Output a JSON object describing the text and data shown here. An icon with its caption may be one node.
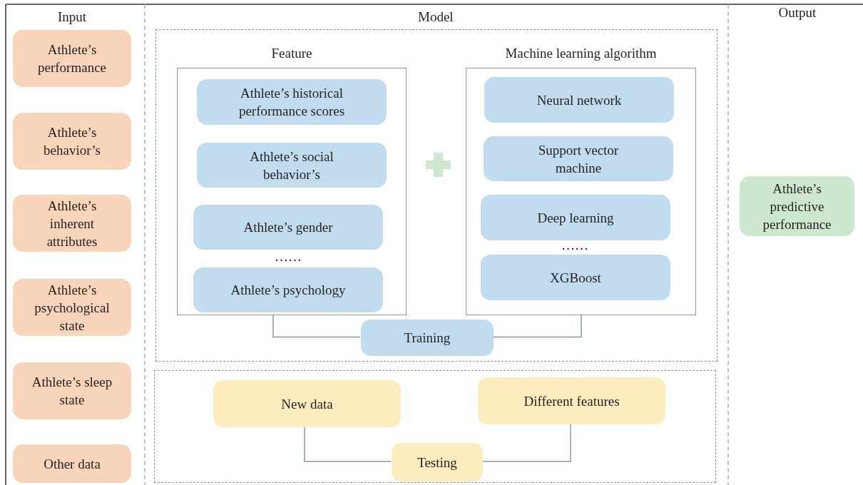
{
  "diagram": {
    "nodes": [
      {
        "text": [
          "Athlete’s performance"
        ]
      },
      {
        "text": [
          "Athlete’s behavior’s"
        ]
      },
      {
        "text": [
          "Athlete’s inherent attributes"
        ]
      },
      {
        "text": [
          "Athlete’s psychological state"
        ]
      },
      {
        "text": [
          "Athlete’s sleep state"
        ]
      },
      {
        "text": [
          "Other data"
        ]
      },
      {
        "text": [],
        "shape": "box"
      },
      {
        "text": [
          "Feature"
        ],
        "in": 6
      },
      {
        "text": [
          "Athlete’s historical performance scores"
        ],
        "in": 7
      },
      {
        "text": [
          "Athlete’s social behavior’s"
        ],
        "in": 7
      },
      {
        "text": [
          "Athlete’s gender"
        ],
        "in": 7
      },
      {
        "text": [
          "Athlete’s psychology"
        ],
        "in": 7
      },
      {
        "text": [
          "Machine learning algorithm"
        ],
        "in": 6
      },
      {
        "text": [
          "Neural network"
        ],
        "in": 12
      },
      {
        "text": [
          "Support vector machine"
        ],
        "in": 12
      },
      {
        "text": [
          "Deep learning"
        ],
        "in": 12
      },
      {
        "text": [
          "XGBoost"
        ],
        "in": 12
      },
      {
        "text": [
          "Training"
        ],
        "in": 6
      },
      {
        "text": [],
        "shape": "box"
      },
      {
        "text": [
          "New data"
        ],
        "in": 18
      },
      {
        "text": [
          "Different features"
        ],
        "in": 18
      },
      {
        "text": [
          "Testing"
        ],
        "in": 18
      },
      {
        "text": [
          "Athlete’s predictive performance"
        ]
      }
    ],
    "edges": [
      {
        "from": 7,
        "to": 17,
        "arrow": "none"
      },
      {
        "from": 12,
        "to": 17,
        "arrow": "none"
      },
      {
        "from": 19,
        "to": 21,
        "arrow": "none"
      },
      {
        "from": 20,
        "to": 21,
        "arrow": "none"
      }
    ],
    "labels": [
      "Input",
      "Model",
      "Output",
      "……",
      "……"
    ]
  }
}
